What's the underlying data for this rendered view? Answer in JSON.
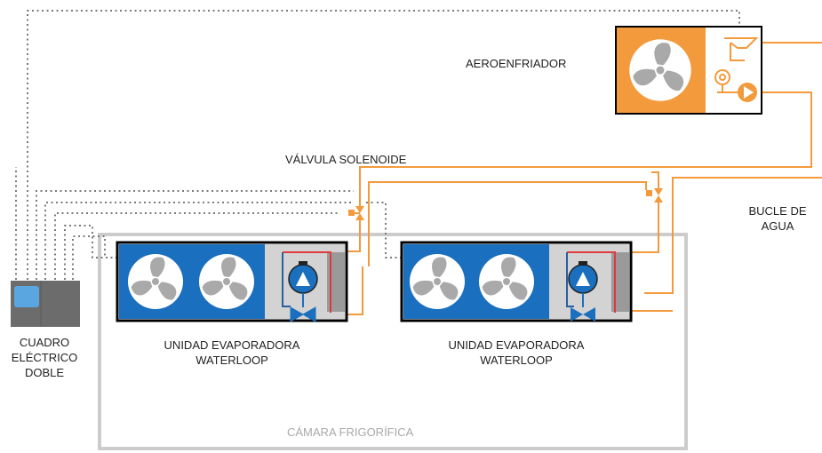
{
  "labels": {
    "air_cooler": "AEROENFRIADOR",
    "solenoid_valve": "VÁLVULA SOLENOIDE",
    "water_loop": [
      "BUCLE DE",
      "AGUA"
    ],
    "panel": [
      "CUADRO",
      "ELÉCTRICO",
      "DOBLE"
    ],
    "unit_1": [
      "UNIDAD EVAPORADORA",
      "WATERLOOP"
    ],
    "unit_2": [
      "UNIDAD EVAPORADORA",
      "WATERLOOP"
    ],
    "chamber": "CÁMARA FRIGORÍFICA"
  },
  "colors": {
    "pipe_orange": "#f39a3c",
    "unit_blue": "#1a6fbe",
    "panel_gray": "#6c6c6c",
    "panel_screen": "#5aa6e0",
    "wire_dotted": "#7a7a7a",
    "chamber_border": "#cccccc",
    "hx_red": "#e0393e"
  },
  "icons": {
    "fan": "fan-icon",
    "pump": "pump-icon",
    "valve": "valve-icon",
    "expansion_valve": "expansion-valve-icon",
    "solenoid": "solenoid-valve-icon"
  }
}
